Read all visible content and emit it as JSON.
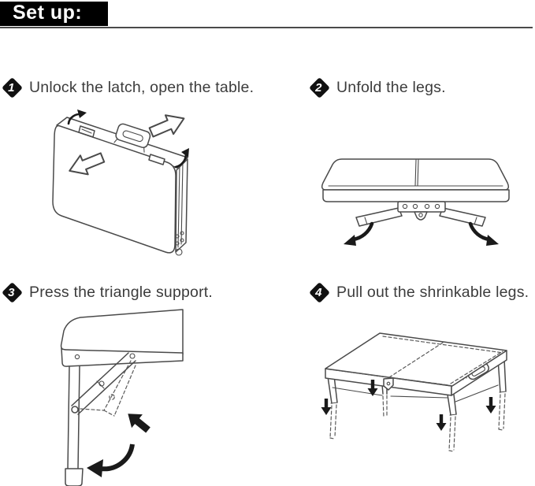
{
  "header": {
    "title": "Set up:",
    "bg": "#000000",
    "fg": "#ffffff"
  },
  "palette": {
    "line": "#4a4a4a",
    "text": "#3c3c3c",
    "arrow": "#1a1a1a",
    "background": "#ffffff"
  },
  "steps": [
    {
      "number": "1",
      "label": "Unlock the latch, open the table.",
      "illustration": "folded-table-case-with-open-arrows"
    },
    {
      "number": "2",
      "label": "Unfold the legs.",
      "illustration": "tabletop-with-legs-swinging-out"
    },
    {
      "number": "3",
      "label": "Press the triangle support.",
      "illustration": "leg-corner-triangle-brace-closeup"
    },
    {
      "number": "4",
      "label": "Pull out the shrinkable legs.",
      "illustration": "assembled-table-telescoping-legs"
    }
  ],
  "icons": {
    "step_badge": "black-diamond-with-number",
    "arrows": [
      "curved-arrow",
      "outline-open-arrow",
      "solid-press-arrow",
      "down-extend-arrow"
    ]
  }
}
